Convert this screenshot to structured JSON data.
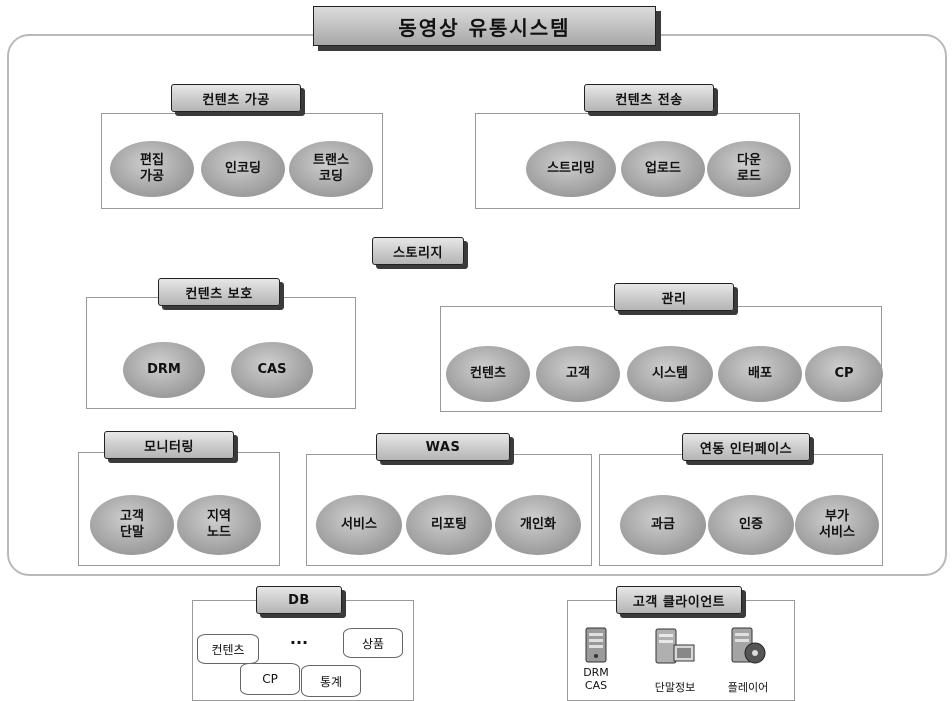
{
  "title": "동영상 유통시스템",
  "storage": "스토리지",
  "groups": {
    "processing": {
      "label": "컨텐츠 가공",
      "items": [
        "편집\n가공",
        "인코딩",
        "트랜스\n코딩"
      ]
    },
    "transfer": {
      "label": "컨텐츠 전송",
      "items": [
        "스트리밍",
        "업로드",
        "다운\n로드"
      ]
    },
    "protection": {
      "label": "컨텐츠 보호",
      "items": [
        "DRM",
        "CAS"
      ]
    },
    "management": {
      "label": "관리",
      "items": [
        "컨텐츠",
        "고객",
        "시스템",
        "배포",
        "CP"
      ]
    },
    "monitoring": {
      "label": "모니터링",
      "items": [
        "고객\n단말",
        "지역\n노드"
      ]
    },
    "was": {
      "label": "WAS",
      "items": [
        "서비스",
        "리포팅",
        "개인화"
      ]
    },
    "interface": {
      "label": "연동 인터페이스",
      "items": [
        "과금",
        "인증",
        "부가\n서비스"
      ]
    }
  },
  "db": {
    "label": "DB",
    "items": [
      "컨텐츠",
      "···",
      "상품",
      "CP",
      "통계"
    ]
  },
  "client": {
    "label": "고객 클라이언트",
    "items": [
      {
        "icon": "server-drm-icon",
        "label": "DRM\nCAS"
      },
      {
        "icon": "device-info-icon",
        "label": "단말정보"
      },
      {
        "icon": "player-icon",
        "label": "플레이어"
      }
    ]
  }
}
